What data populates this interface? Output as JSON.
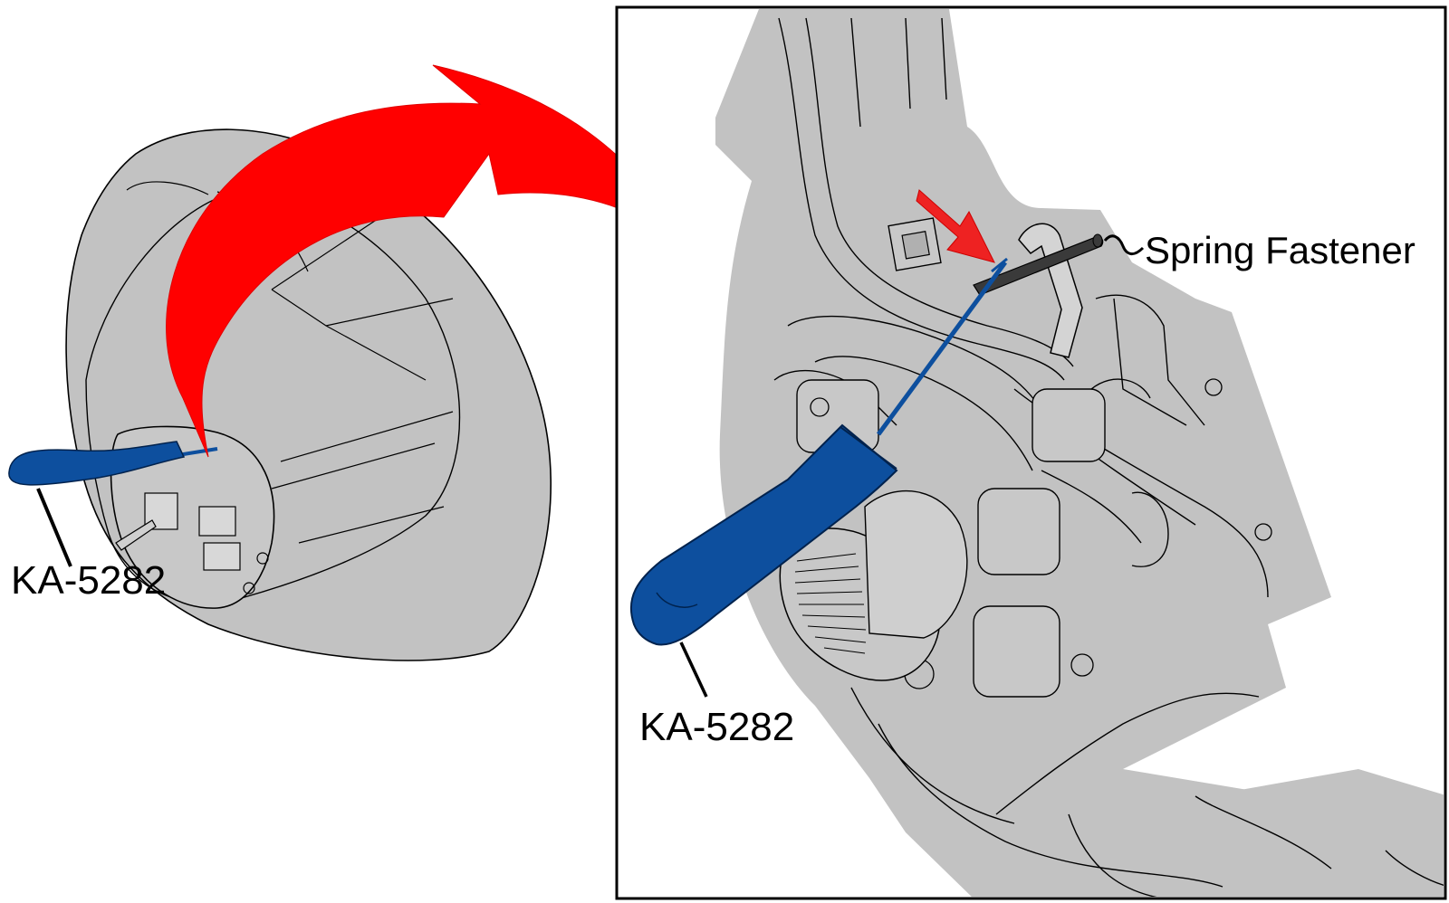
{
  "labels": {
    "tool_left": "KA-5282",
    "tool_right": "KA-5282",
    "spring_fastener": "Spring Fastener"
  },
  "colors": {
    "part_fill": "#c2c2c2",
    "outline": "#000000",
    "tool_blue": "#0d4f9e",
    "arrow_red": "#ff0000",
    "arrow_small_red": "#ee2222",
    "background": "#ffffff"
  },
  "icons": {
    "tool": "screwdriver-icon",
    "pointer": "red-arrow-icon"
  }
}
